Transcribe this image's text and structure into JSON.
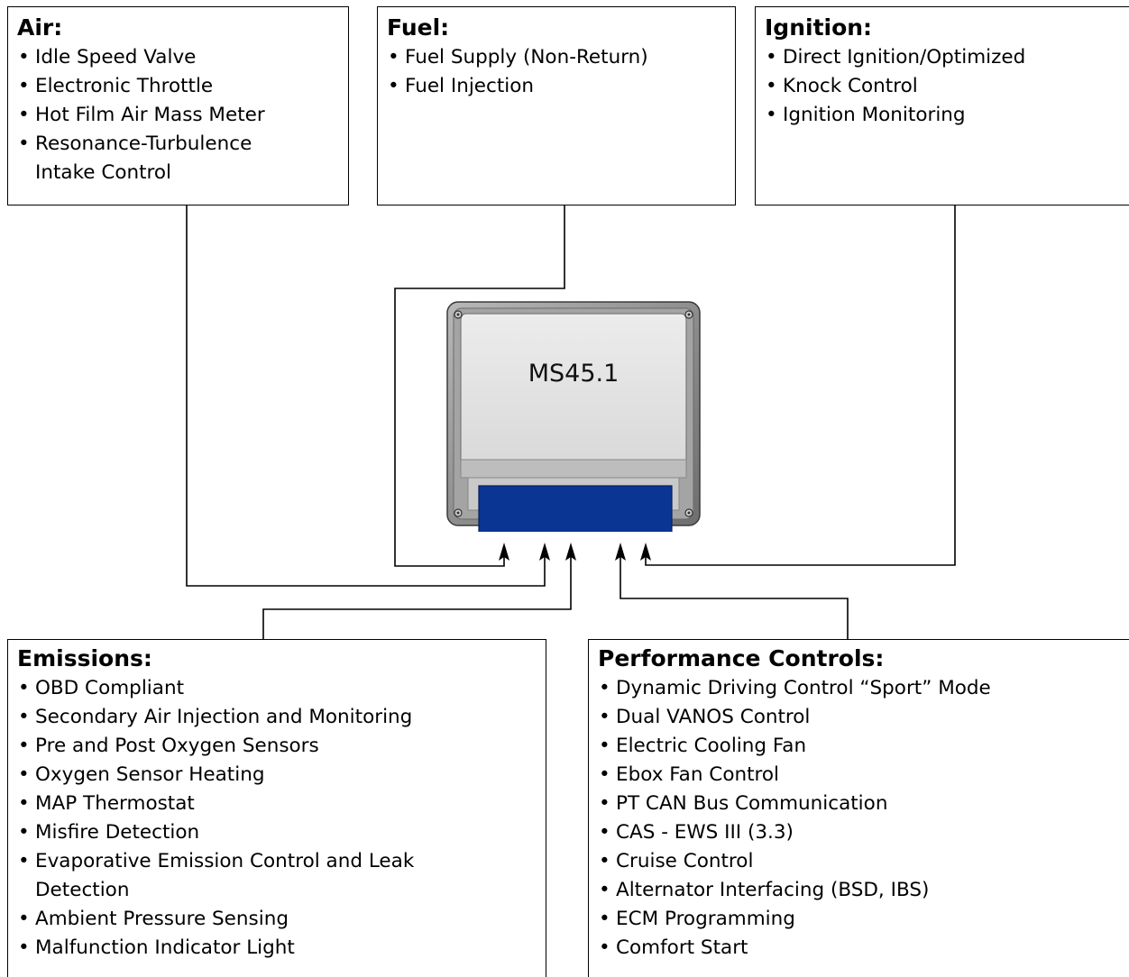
{
  "boxes": {
    "air": {
      "title": "Air:",
      "items": [
        "Idle Speed Valve",
        "Electronic Throttle",
        "Hot Film Air Mass Meter",
        "Resonance-Turbulence"
      ],
      "continuation": "Intake Control"
    },
    "fuel": {
      "title": "Fuel:",
      "items": [
        "Fuel Supply (Non-Return)",
        "Fuel Injection"
      ]
    },
    "ignition": {
      "title": "Ignition:",
      "items": [
        "Direct Ignition/Optimized",
        "Knock Control",
        "Ignition Monitoring"
      ]
    },
    "emissions": {
      "title": "Emissions:",
      "items": [
        "OBD Compliant",
        "Secondary Air Injection and Monitoring",
        "Pre and Post Oxygen Sensors",
        "Oxygen Sensor Heating",
        "MAP Thermostat",
        "Misfire Detection",
        "Evaporative Emission Control and Leak",
        "Ambient Pressure Sensing",
        "Malfunction Indicator Light"
      ],
      "wrap_after_index": 6,
      "continuation": "Detection"
    },
    "performance": {
      "title": "Performance Controls:",
      "items": [
        "Dynamic Driving Control “Sport” Mode",
        "Dual VANOS Control",
        "Electric Cooling Fan",
        "Ebox Fan Control",
        "PT CAN Bus Communication",
        "CAS - EWS III (3.3)",
        "Cruise Control",
        "Alternator Interfacing (BSD, IBS)",
        "ECM Programming",
        "Comfort Start"
      ]
    }
  },
  "ecu": {
    "label": "MS45.1",
    "colors": {
      "housing": "#9a9a9a",
      "panel": "#e2e2e2",
      "strip": "#bdbdbd",
      "connector": "#0a3592"
    }
  },
  "colors": {
    "wire": "#000000",
    "border": "#000000"
  }
}
